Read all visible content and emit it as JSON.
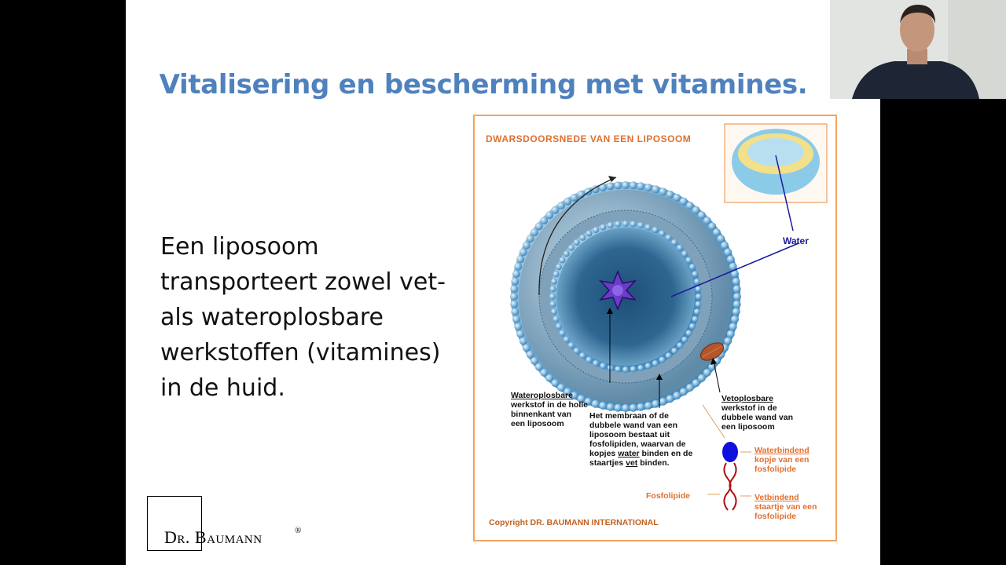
{
  "slide": {
    "title": "Vitalisering en bescherming met vitamines.",
    "body_lines": [
      "Een liposoom",
      "transporteert zowel vet-",
      "als wateroplosbare",
      "werkstoffen (vitamines)",
      "in de huid."
    ],
    "logo": {
      "text": "Dr. Baumann",
      "registered": "®"
    }
  },
  "figure": {
    "title": "DWARSDOORSNEDE VAN EEN LIPOSOOM",
    "copyright": "Copyright DR. BAUMANN INTERNATIONAL",
    "water_label": "Water",
    "label_wateroplosbare": {
      "l1": "Wateroplosbare",
      "l2": "werkstof in de holle",
      "l3": "binnenkant van",
      "l4": "een liposoom"
    },
    "label_membraan": {
      "l1": "Het membraan of de",
      "l2": "dubbele wand van een",
      "l3": "liposoom bestaat uit",
      "l4": "fosfolipiden, waarvan de",
      "l5a": "kopjes ",
      "l5b": "water",
      "l5c": " binden en de",
      "l6a": "staartjes ",
      "l6b": "vet",
      "l6c": " binden."
    },
    "label_vetoplosbare": {
      "l1": "Vetoplosbare",
      "l2": "werkstof in de",
      "l3": "dubbele wand van",
      "l4": "een liposoom"
    },
    "label_fosfolipide": "Fosfolipide",
    "label_waterbindend": {
      "l1": "Waterbindend",
      "l2": "kopje van een",
      "l3": "fosfolipide"
    },
    "label_vetbindend": {
      "l1": "Vetbindend",
      "l2": "staartje van een",
      "l3": "fosfolipide"
    }
  },
  "colors": {
    "title": "#4f81bd",
    "figure_border": "#f4a460",
    "figure_title": "#e07030",
    "water": "#1a1a9a"
  }
}
